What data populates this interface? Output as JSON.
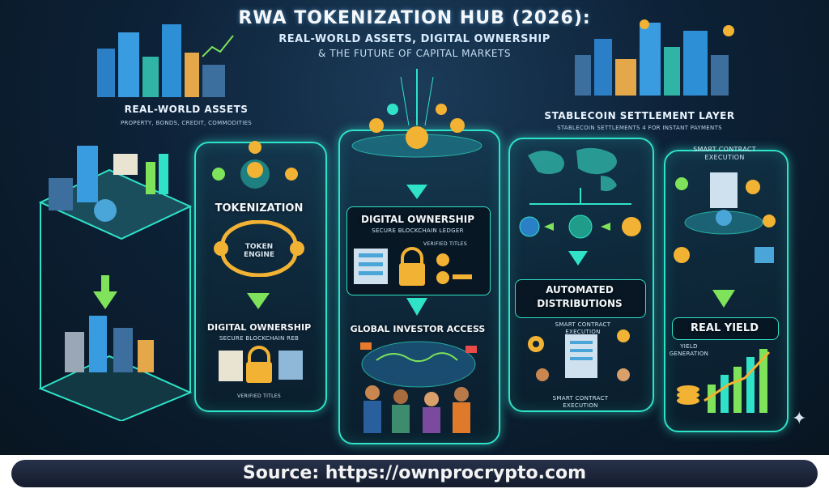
{
  "header": {
    "title": "RWA TOKENIZATION HUB (2026):",
    "subtitle_line1": "REAL-WORLD ASSETS, DIGITAL OWNERSHIP",
    "subtitle_line2": "& THE FUTURE OF CAPITAL MARKETS"
  },
  "left_section": {
    "heading": "REAL-WORLD ASSETS",
    "subheading": "PROPERTY, BONDS, CREDIT, COMMODITIES"
  },
  "tokenization_panel": {
    "title": "TOKENIZATION",
    "engine_label": "TOKEN ENGINE",
    "lower_title": "DIGITAL OWNERSHIP",
    "lower_sub": "SECURE BLOCKCHAIN REB",
    "verified": "VERIFIED TITLES"
  },
  "center_panel": {
    "title": "DIGITAL OWNERSHIP",
    "sub": "SECURE BLOCKCHAIN LEDGER",
    "verified": "VERIFIED TITLES",
    "lower_title": "GLOBAL INVESTOR ACCESS"
  },
  "right_section": {
    "heading": "STABLECOIN SETTLEMENT LAYER",
    "subheading": "STABLECOIN SETTLEMENTS 4 FOR INSTANT PAYMENTS"
  },
  "distribution_panel": {
    "title_line1": "AUTOMATED",
    "title_line2": "DISTRIBUTIONS",
    "smart1_line1": "SMART CONTRACT",
    "smart1_line2": "EXECUTION",
    "smart2_line1": "SMART CONTRACT",
    "smart2_line2": "EXECUTION"
  },
  "far_right_panel": {
    "top_line1": "SMART CONTRACT",
    "top_line2": "EXECUTION",
    "title": "REAL YIELD",
    "yield_line1": "YIELD",
    "yield_line2": "GENERATION"
  },
  "footer": {
    "source": "Source: https://ownprocrypto.com"
  },
  "colors": {
    "accent": "#2fe2c8",
    "coin": "#f2b233",
    "arrow": "#7ee35a",
    "background": "#0a1a2b"
  },
  "icons": [
    "city-skyline-icon",
    "building-icon",
    "coin-icon",
    "lock-icon",
    "document-icon",
    "gear-icon",
    "globe-icon",
    "people-icon",
    "bar-chart-icon",
    "sparkle-icon"
  ]
}
